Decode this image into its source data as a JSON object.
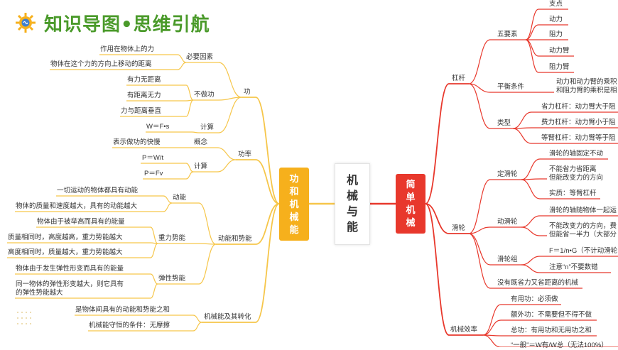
{
  "banner": {
    "title": "知识导图•思维引航",
    "logo_icon": "brain-gear-icon"
  },
  "center": {
    "chars": [
      "机",
      "械",
      "与",
      "能"
    ]
  },
  "left_root": {
    "chars": [
      "功",
      "和",
      "机",
      "械",
      "能"
    ],
    "color": "#f6b01c"
  },
  "right_root": {
    "chars": [
      "简",
      "单",
      "机",
      "械"
    ],
    "color": "#e8382c"
  },
  "colors": {
    "left_line": "#f6c64a",
    "right_line": "#e8382c"
  },
  "left": {
    "work": {
      "label": "功",
      "essential": {
        "label": "必要因素",
        "items": [
          "作用在物体上的力",
          "物体在这个力的方向上移动的距离"
        ]
      },
      "no_work": {
        "label": "不做功",
        "items": [
          "有力无距离",
          "有距离无力",
          "力与距离垂直"
        ]
      },
      "calc": {
        "label": "计算",
        "formula": "W＝F•s"
      }
    },
    "power": {
      "label": "功率",
      "concept": {
        "label": "概念",
        "text": "表示做功的快慢"
      },
      "calc": {
        "label": "计算",
        "items": [
          "P＝W/t",
          "P＝Fv"
        ]
      }
    },
    "energy": {
      "label": "动能和势能",
      "kinetic": {
        "label": "动能",
        "items": [
          "一切运动的物体都具有动能",
          "物体的质量和速度越大，具有的动能越大"
        ]
      },
      "gravity": {
        "label": "重力势能",
        "items": [
          "物体由于被举高而具有的能量",
          "质量相同时，高度越高，重力势能越大",
          "高度相同时，质量越大，重力势能越大"
        ]
      },
      "elastic": {
        "label": "弹性势能",
        "items": [
          "物体由于发生弹性形变而具有的能量",
          "同一物体的弹性形变越大，则它具有",
          "的弹性势能越大"
        ]
      }
    },
    "mech": {
      "label": "机械能及其转化",
      "items": [
        "是物体间具有的动能和势能之和",
        "机械能守恒的条件：无摩擦"
      ]
    }
  },
  "right": {
    "lever": {
      "label": "杠杆",
      "elements": {
        "label": "五要素",
        "items": [
          "支点",
          "动力",
          "阻力",
          "动力臂",
          "阻力臂"
        ]
      },
      "balance": {
        "label": "平衡条件",
        "lines": [
          "动力和动力臂的乘积",
          "和阻力臂的乘积是相"
        ]
      },
      "types": {
        "label": "类型",
        "items": [
          "省力杠杆：动力臂大于阻",
          "费力杠杆：动力臂小于阻",
          "等臂杠杆：动力臂等于阻"
        ]
      }
    },
    "pulley": {
      "label": "滑轮",
      "fixed": {
        "label": "定滑轮",
        "items": [
          "滑轮的轴固定不动",
          "不能省力省距离",
          "但能改变力的方向",
          "实质：等臂杠杆"
        ]
      },
      "moving": {
        "label": "动滑轮",
        "items": [
          "滑轮的轴随物体一起运",
          "不能改变力的方向，费",
          "但能省一半力（大部分"
        ]
      },
      "group": {
        "label": "滑轮组",
        "items": [
          "F＝1/n•G（不计动滑轮",
          "注意“n”不要数错"
        ]
      },
      "none": "没有既省力又省距离的机械"
    },
    "efficiency": {
      "label": "机械效率",
      "items": [
        "有用功：必须做",
        "额外功：不需要但不得不做",
        "总功：有用功和无用功之和",
        "“一般”＝W有/W总（无法100%）"
      ]
    }
  }
}
